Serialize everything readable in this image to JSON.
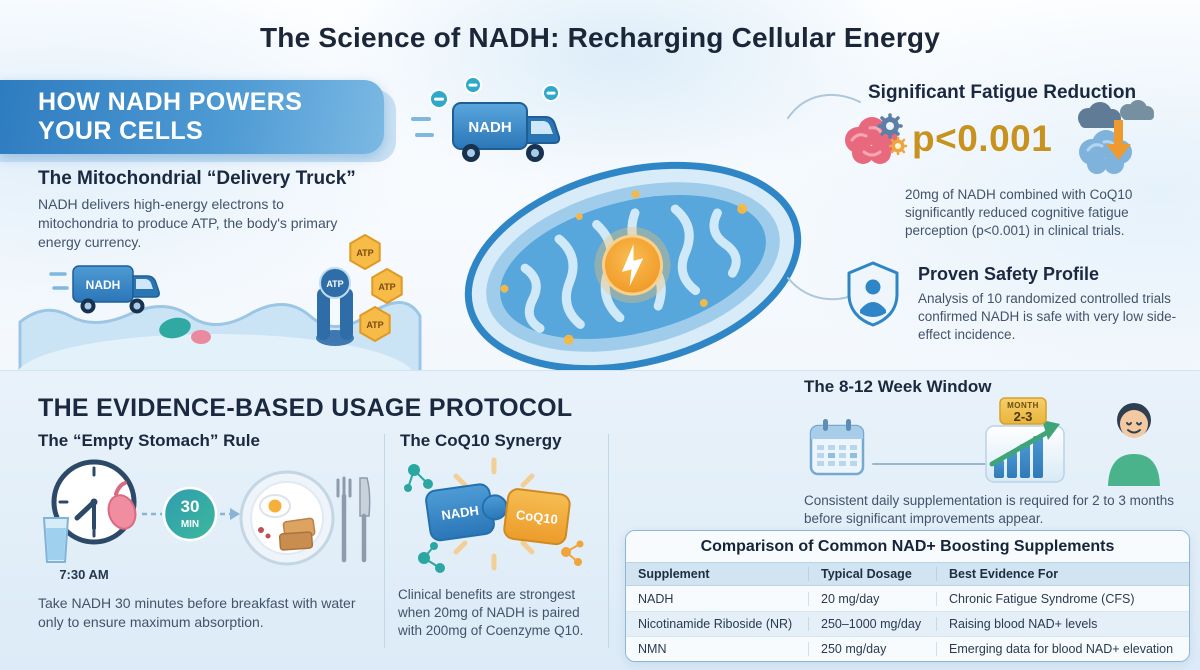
{
  "title": "The Science of NADH: Recharging Cellular Energy",
  "how": {
    "banner_line1": "HOW NADH POWERS",
    "banner_line2": "YOUR CELLS",
    "heading": "The Mitochondrial “Delivery Truck”",
    "body": "NADH delivers high-energy electrons to mitochondria to produce ATP, the body's primary energy currency.",
    "truck_label": "NADH",
    "atp_label": "ATP"
  },
  "center": {
    "truck_label": "NADH"
  },
  "fatigue": {
    "heading": "Significant Fatigue Reduction",
    "stat": "p<0.001",
    "body": "20mg of NADH combined with CoQ10 significantly reduced cognitive fatigue perception (p<0.001) in clinical trials."
  },
  "safety": {
    "heading": "Proven Safety Profile",
    "body": "Analysis of 10 randomized controlled trials confirmed NADH is safe with very low side-effect incidence."
  },
  "protocol": {
    "heading": "THE EVIDENCE-BASED USAGE PROTOCOL",
    "empty_stomach": {
      "heading": "The “Empty Stomach” Rule",
      "time_label": "7:30 AM",
      "badge_value": "30",
      "badge_unit": "MIN",
      "body": "Take NADH 30 minutes before breakfast with water only to ensure maximum absorption."
    },
    "synergy": {
      "heading": "The CoQ10 Synergy",
      "left_piece": "NADH",
      "right_piece": "CoQ10",
      "body": "Clinical benefits are strongest when 20mg of NADH is paired with 200mg of Coenzyme Q10."
    },
    "window": {
      "heading": "The 8-12 Week Window",
      "tag_line1": "MONTH",
      "tag_line2": "2-3",
      "body": "Consistent daily supplementation is required for 2 to 3 months before significant improvements appear."
    }
  },
  "table": {
    "title": "Comparison of Common NAD+ Boosting Supplements",
    "headers": [
      "Supplement",
      "Typical Dosage",
      "Best Evidence For"
    ],
    "rows": [
      [
        "NADH",
        "20 mg/day",
        "Chronic Fatigue Syndrome (CFS)"
      ],
      [
        "Nicotinamide Riboside (NR)",
        "250–1000 mg/day",
        "Raising blood NAD+ levels"
      ],
      [
        "NMN",
        "250 mg/day",
        "Emerging data for blood NAD+ elevation"
      ]
    ]
  },
  "colors": {
    "accent_blue": "#2f86c7",
    "accent_orange": "#f2a53c",
    "stat_gold": "#c8921e",
    "text_dark": "#1c2a3e"
  }
}
